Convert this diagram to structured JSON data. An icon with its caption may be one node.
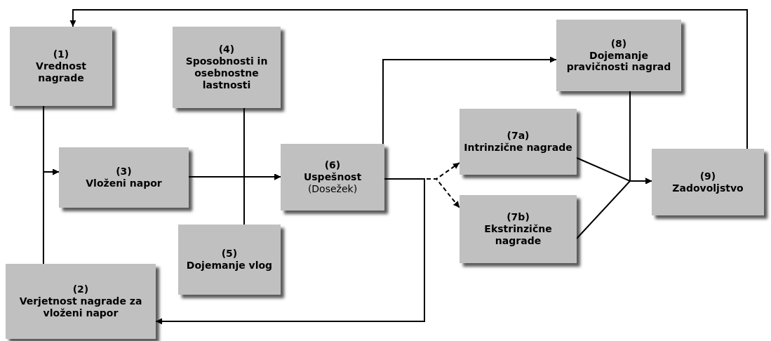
{
  "diagram": {
    "nodes": [
      {
        "text": [
          "(1)",
          "Vrednost nagrade"
        ]
      },
      {
        "text": [
          "(2)",
          "Verjetnost nagrade za vloženi napor"
        ]
      },
      {
        "text": [
          "(3)",
          "Vloženi napor"
        ]
      },
      {
        "text": [
          "(4)",
          "Sposobnosti in osebnostne lastnosti"
        ]
      },
      {
        "text": [
          "(5)",
          "Dojemanje vlog"
        ]
      },
      {
        "text": [
          "(6)",
          "Uspešnost",
          "(Dosežek)"
        ]
      },
      {
        "text": [
          "(7a)",
          "Intrinzične nagrade"
        ]
      },
      {
        "text": [
          "(7b)",
          "Ekstrinzične nagrade"
        ]
      },
      {
        "text": [
          "(8)",
          "Dojemanje pravičnosti nagrad"
        ]
      },
      {
        "text": [
          "(9)",
          "Zadovoljstvo"
        ]
      }
    ],
    "edges": [
      {
        "from": 0,
        "to": 2,
        "arrow": "to"
      },
      {
        "from": 1,
        "to": 2,
        "arrow": "to"
      },
      {
        "from": 2,
        "to": 5,
        "arrow": "to"
      },
      {
        "from": 3,
        "to": 5,
        "arrow": "to"
      },
      {
        "from": 4,
        "to": 5,
        "arrow": "to"
      },
      {
        "from": 5,
        "to": 8,
        "arrow": "to"
      },
      {
        "from": 5,
        "to": 6,
        "arrow": "to",
        "style": "dashed"
      },
      {
        "from": 5,
        "to": 7,
        "arrow": "to",
        "style": "dashed"
      },
      {
        "from": 5,
        "to": 1,
        "arrow": "to"
      },
      {
        "from": 6,
        "to": 9,
        "arrow": "to"
      },
      {
        "from": 7,
        "to": 9,
        "arrow": "to"
      },
      {
        "from": 8,
        "to": 9,
        "arrow": "to"
      },
      {
        "from": 9,
        "to": 0,
        "arrow": "to"
      }
    ]
  }
}
